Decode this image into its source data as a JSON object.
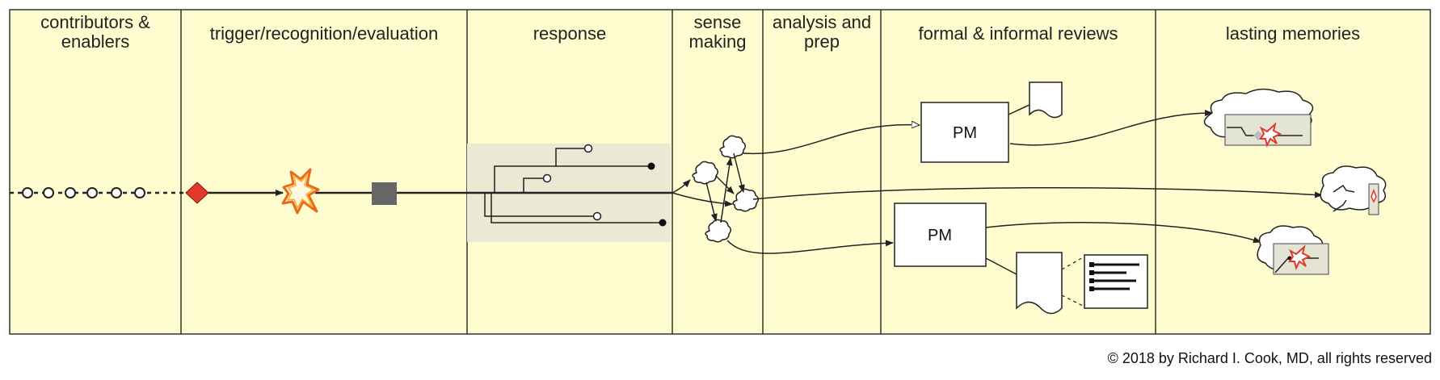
{
  "columns": [
    {
      "title": "contributors &\nenablers"
    },
    {
      "title": "trigger/recognition/evaluation"
    },
    {
      "title": "response"
    },
    {
      "title": "sense\nmaking"
    },
    {
      "title": "analysis and\nprep"
    },
    {
      "title": "formal & informal reviews"
    },
    {
      "title": "lasting memories"
    }
  ],
  "reviews": [
    {
      "label": "PM"
    },
    {
      "label": "PM"
    }
  ],
  "copyright": "© 2018 by Richard I. Cook, MD, all rights reserved",
  "colors": {
    "background": "#FFFDD0",
    "line": "#222222",
    "trigger_diamond": "#E0392B",
    "explosion_fill": "#FFF8E0",
    "explosion_stroke": "#E8691A",
    "evaluation_square": "#666666",
    "response_panel": "#E9E9D4",
    "memory_panel": "#E4E4D4"
  }
}
